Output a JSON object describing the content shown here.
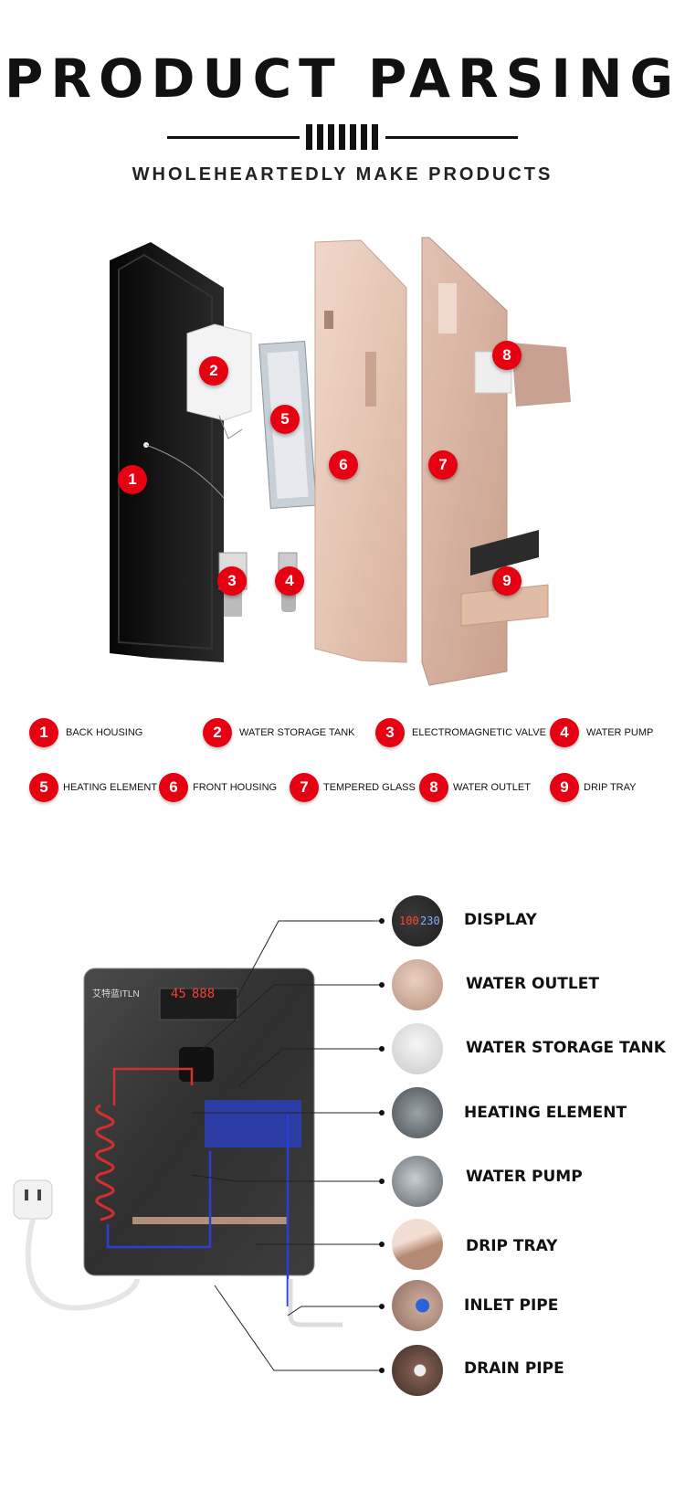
{
  "header": {
    "title": "PRODUCT PARSING",
    "subtitle": "WHOLEHEARTEDLY MAKE PRODUCTS"
  },
  "parts": [
    {
      "num": "1",
      "label": "BACK HOUSING"
    },
    {
      "num": "2",
      "label": "WATER STORAGE TANK"
    },
    {
      "num": "3",
      "label": "ELECTROMAGNETIC VALVE"
    },
    {
      "num": "4",
      "label": "WATER PUMP"
    },
    {
      "num": "5",
      "label": "HEATING ELEMENT"
    },
    {
      "num": "6",
      "label": "FRONT HOUSING"
    },
    {
      "num": "7",
      "label": "TEMPERED GLASS"
    },
    {
      "num": "8",
      "label": "WATER OUTLET"
    },
    {
      "num": "9",
      "label": "DRIP TRAY"
    }
  ],
  "device": {
    "brand": "艾特蓝ITLN",
    "display_left": "45",
    "display_right": "888"
  },
  "callouts": [
    {
      "label": "DISPLAY",
      "icon": "display-thumbnail"
    },
    {
      "label": "WATER OUTLET",
      "icon": "water-outlet-thumbnail"
    },
    {
      "label": "WATER STORAGE TANK",
      "icon": "water-storage-tank-thumbnail"
    },
    {
      "label": "HEATING ELEMENT",
      "icon": "heating-element-thumbnail"
    },
    {
      "label": "WATER PUMP",
      "icon": "water-pump-thumbnail"
    },
    {
      "label": "DRIP TRAY",
      "icon": "drip-tray-thumbnail"
    },
    {
      "label": "INLET PIPE",
      "icon": "inlet-pipe-thumbnail"
    },
    {
      "label": "DRAIN PIPE",
      "icon": "drain-pipe-thumbnail"
    }
  ],
  "colors": {
    "badge_red": "#e60012",
    "housing_black": "#141414",
    "rose_gold": "#e8c9b8"
  }
}
